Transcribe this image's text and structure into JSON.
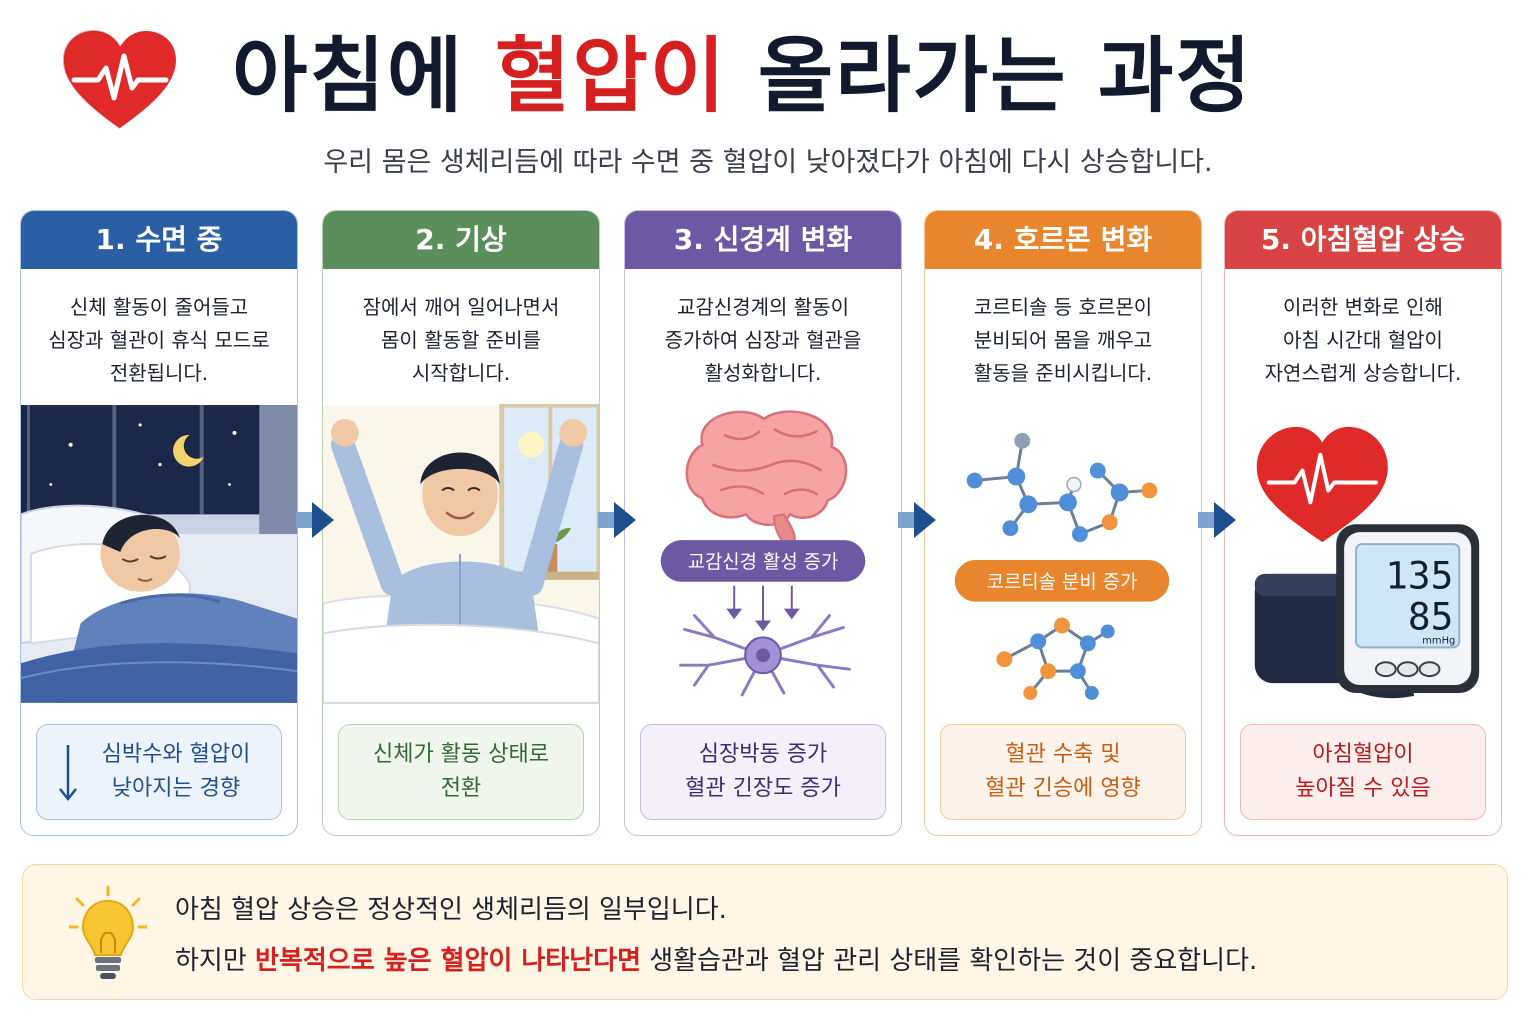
{
  "header": {
    "title_pre": "아침에 ",
    "title_highlight": "혈압이",
    "title_post": " 올라가는 과정",
    "subtitle": "우리 몸은 생체리듬에 따라 수면 중 혈압이 낮아졌다가 아침에 다시 상승합니다."
  },
  "steps": [
    {
      "title": "1. 수면 중",
      "desc": [
        "신체 활동이 줄어들고",
        "심장과 혈관이 휴식 모드로",
        "전환됩니다."
      ],
      "result": [
        "심박수와 혈압이",
        "낮아지는 경향"
      ],
      "color": "#2a5fa3",
      "border": "#a9c3e3",
      "result_bg": "#edf3fb",
      "result_color": "#1f4f8e"
    },
    {
      "title": "2. 기상",
      "desc": [
        "잠에서 깨어 일어나면서",
        "몸이 활동할 준비를",
        "시작합니다."
      ],
      "result": [
        "신체가 활동 상태로",
        "전환"
      ],
      "color": "#5a8f5b",
      "border": "#b7d3b6",
      "result_bg": "#f0f6ee",
      "result_color": "#2f6b33"
    },
    {
      "title": "3. 신경계 변화",
      "desc": [
        "교감신경계의 활동이",
        "증가하여 심장과 혈관을",
        "활성화합니다."
      ],
      "result": [
        "심장박동 증가",
        "혈관 긴장도 증가"
      ],
      "color": "#6d58a3",
      "border": "#c8bde2",
      "result_bg": "#f3f0fa",
      "result_color": "#3c2f6e",
      "badge": "교감신경 활성 증가"
    },
    {
      "title": "4. 호르몬 변화",
      "desc": [
        "코르티솔 등 호르몬이",
        "분비되어 몸을 깨우고",
        "활동을 준비시킵니다."
      ],
      "result": [
        "혈관 수축 및",
        "혈관 긴승에 영향"
      ],
      "color": "#e9862d",
      "border": "#f3c79d",
      "result_bg": "#fdf3ea",
      "result_color": "#c65f14",
      "badge": "코르티솔 분비 증가"
    },
    {
      "title": "5. 아침혈압 상승",
      "desc": [
        "이러한 변화로 인해",
        "아침 시간대 혈압이",
        "자연스럽게 상승합니다."
      ],
      "result": [
        "아침혈압이",
        "높아질 수 있음"
      ],
      "color": "#d84343",
      "border": "#efb7b4",
      "result_bg": "#fdeeee",
      "result_color": "#b21e1e",
      "monitor": {
        "systolic": "135",
        "diastolic": "85",
        "unit": "mmHg"
      }
    }
  ],
  "note": {
    "line1": "아침 혈압 상승은 정상적인 생체리듬의 일부입니다.",
    "line2_pre": "하지만 ",
    "line2_highlight": "반복적으로 높은 혈압이 나타난다면",
    "line2_post": " 생활습관과 혈압 관리 상태를 확인하는 것이 중요합니다."
  },
  "colors": {
    "title_highlight": "#d6201f",
    "arrow": "#1f4f8e",
    "heart": "#e02a2a"
  },
  "icons": {
    "title": "heart-pulse-icon",
    "arrows": "arrow-right-icon",
    "note": "lightbulb-icon"
  }
}
